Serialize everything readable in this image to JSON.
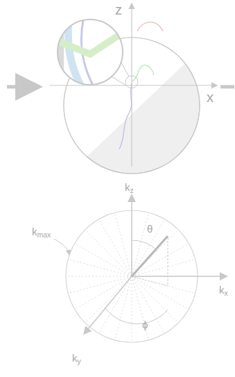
{
  "diagram": {
    "labels": [
      "z",
      "x",
      "kz",
      "kx",
      "ky",
      "kmax",
      "θ",
      "ϕ"
    ]
  }
}
